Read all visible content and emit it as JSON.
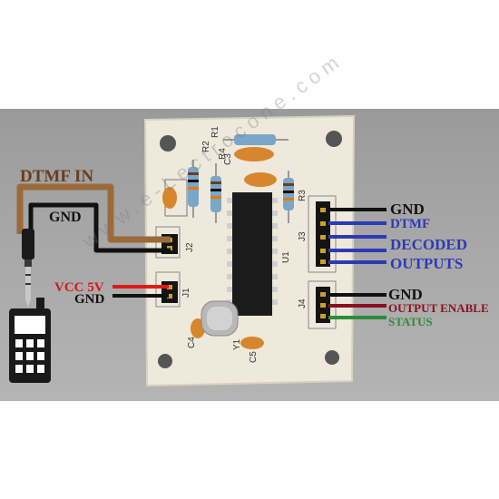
{
  "labels": {
    "dtmf_in": "DTMF IN",
    "gnd_input": "GND",
    "vcc": "VCC 5V",
    "gnd_power": "GND",
    "gnd_j3": "GND",
    "dtmf": "DTMF",
    "decoded": "DECODED",
    "outputs": "OUTPUTS",
    "gnd_j4": "GND",
    "output_enable": "OUTPUT ENABLE",
    "status": "STATUS"
  },
  "board_silkscreen": {
    "j1": "J1",
    "j2": "J2",
    "j3": "J3",
    "j4": "J4",
    "u1": "U1",
    "y1": "Y1",
    "c3": "C3",
    "c4": "C4",
    "c5": "C5",
    "r1": "R1",
    "r2": "R2",
    "r3": "R3",
    "r4": "R4"
  },
  "watermark": "www.e-Lectrocone.com",
  "colors": {
    "dtmf_wire": "#9c6a3a",
    "gnd_wire": "#111111",
    "vcc_wire": "#e01b1b",
    "signal_wire": "#2d3ab5",
    "enable_wire": "#8a1020",
    "status_wire": "#2e8b3a",
    "board": "#f1ecdf"
  },
  "icons": [
    "mobile-phone-icon",
    "audio-jack-icon"
  ]
}
